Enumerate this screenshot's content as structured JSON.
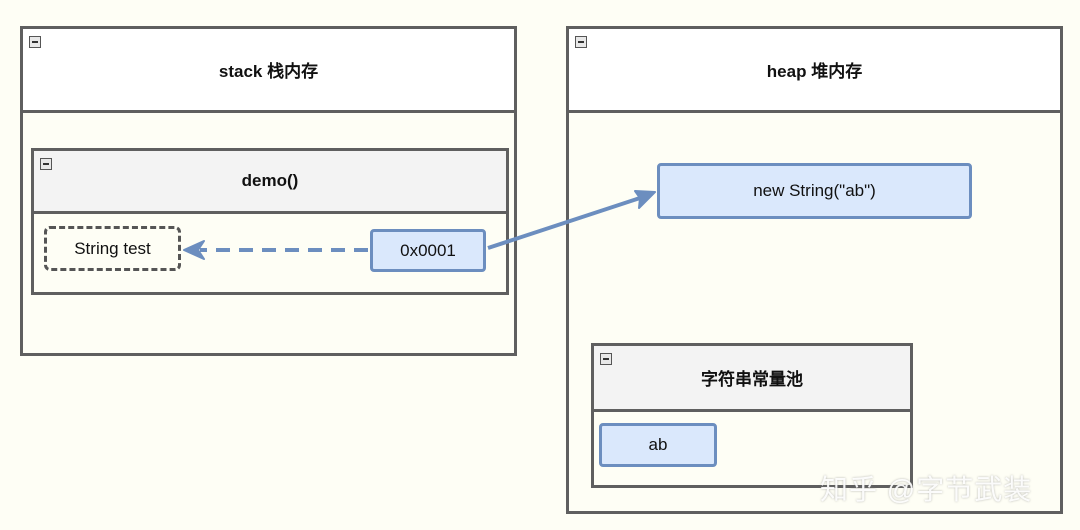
{
  "stack": {
    "title": "stack 栈内存",
    "frame": {
      "title": "demo()",
      "variable_label": "String test",
      "reference_value": "0x0001"
    }
  },
  "heap": {
    "title": "heap 堆内存",
    "object_label": "new String(\"ab\")",
    "pool": {
      "title": "字符串常量池",
      "entry_label": "ab"
    }
  },
  "watermark": "知乎 @字节武装",
  "colors": {
    "background": "#fefef5",
    "border": "#5f5f5f",
    "blue_fill": "#dae8fc",
    "blue_stroke": "#6c8ebf"
  }
}
